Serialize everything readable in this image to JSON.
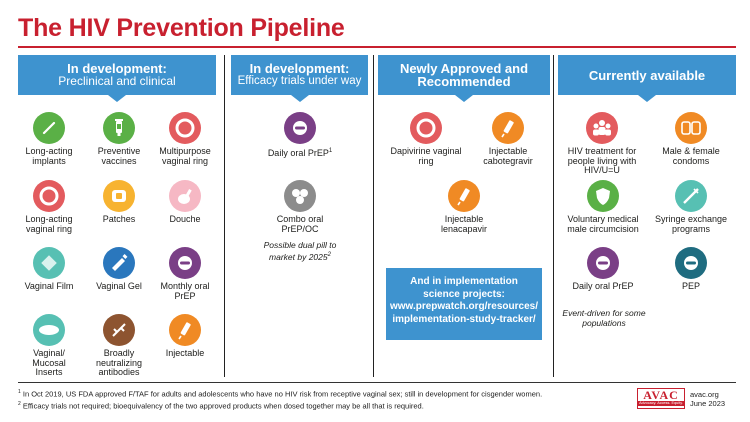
{
  "title": "The HIV Prevention Pipeline",
  "columns": [
    {
      "line1": "In development:",
      "line2": "Preclinical and clinical"
    },
    {
      "line1": "In development:",
      "line2": "Efficacy trials under way"
    },
    {
      "line1": "Newly Approved and",
      "line2": "Recommended"
    },
    {
      "line1": "Currently available",
      "line2": ""
    }
  ],
  "col1": {
    "long_acting_implants": "Long-acting implants",
    "preventive_vaccines": "Preventive vaccines",
    "multipurpose_ring": "Multipurpose vaginal ring",
    "long_acting_ring": "Long-acting vaginal ring",
    "patches": "Patches",
    "douche": "Douche",
    "vaginal_film": "Vaginal Film",
    "vaginal_gel": "Vaginal Gel",
    "monthly_prep": "Monthly oral PrEP",
    "mucosal_inserts": "Vaginal/ Mucosal Inserts",
    "bnabs": "Broadly neutralizing antibodies",
    "injectable": "Injectable"
  },
  "col2": {
    "daily_prep": "Daily oral PrEP",
    "daily_prep_sup": "1",
    "combo": "Combo oral PrEP/OC",
    "note": "Possible dual pill to market by 2025",
    "note_sup": "2"
  },
  "col3": {
    "dapivirine": "Dapivirine vaginal ring",
    "cabotegravir": "Injectable cabotegravir",
    "lenacapavir": "Injectable lenacapavir",
    "impl_line1": "And in implementation",
    "impl_line2": "science projects:",
    "impl_url1": "www.prepwatch.org/resources/",
    "impl_url2": "implementation-study-tracker/"
  },
  "col4": {
    "hiv_treatment": "HIV treatment for people living with HIV/U=U",
    "condoms": "Male & female condoms",
    "vmmc": "Voluntary medical male circumcision",
    "syringe": "Syringe exchange programs",
    "daily_prep": "Daily oral PrEP",
    "pep": "PEP",
    "note": "Event-driven for some populations"
  },
  "footnotes": {
    "f1_num": "1",
    "f1": "In Oct 2019, US FDA approved F/TAF for adults and adolescents who have no HIV risk from receptive vaginal sex; still in development for cisgender women.",
    "f2_num": "2",
    "f2": "Efficacy trials not required; bioequivalency of the two approved products when dosed together may be all that is required."
  },
  "logo": {
    "word": "AVAC",
    "tag": "Advocacy. Access. Equity."
  },
  "credit": {
    "site": "avac.org",
    "date": "June 2023"
  },
  "colors": {
    "title_red": "#c8202f",
    "header_blue": "#3e93cf"
  }
}
